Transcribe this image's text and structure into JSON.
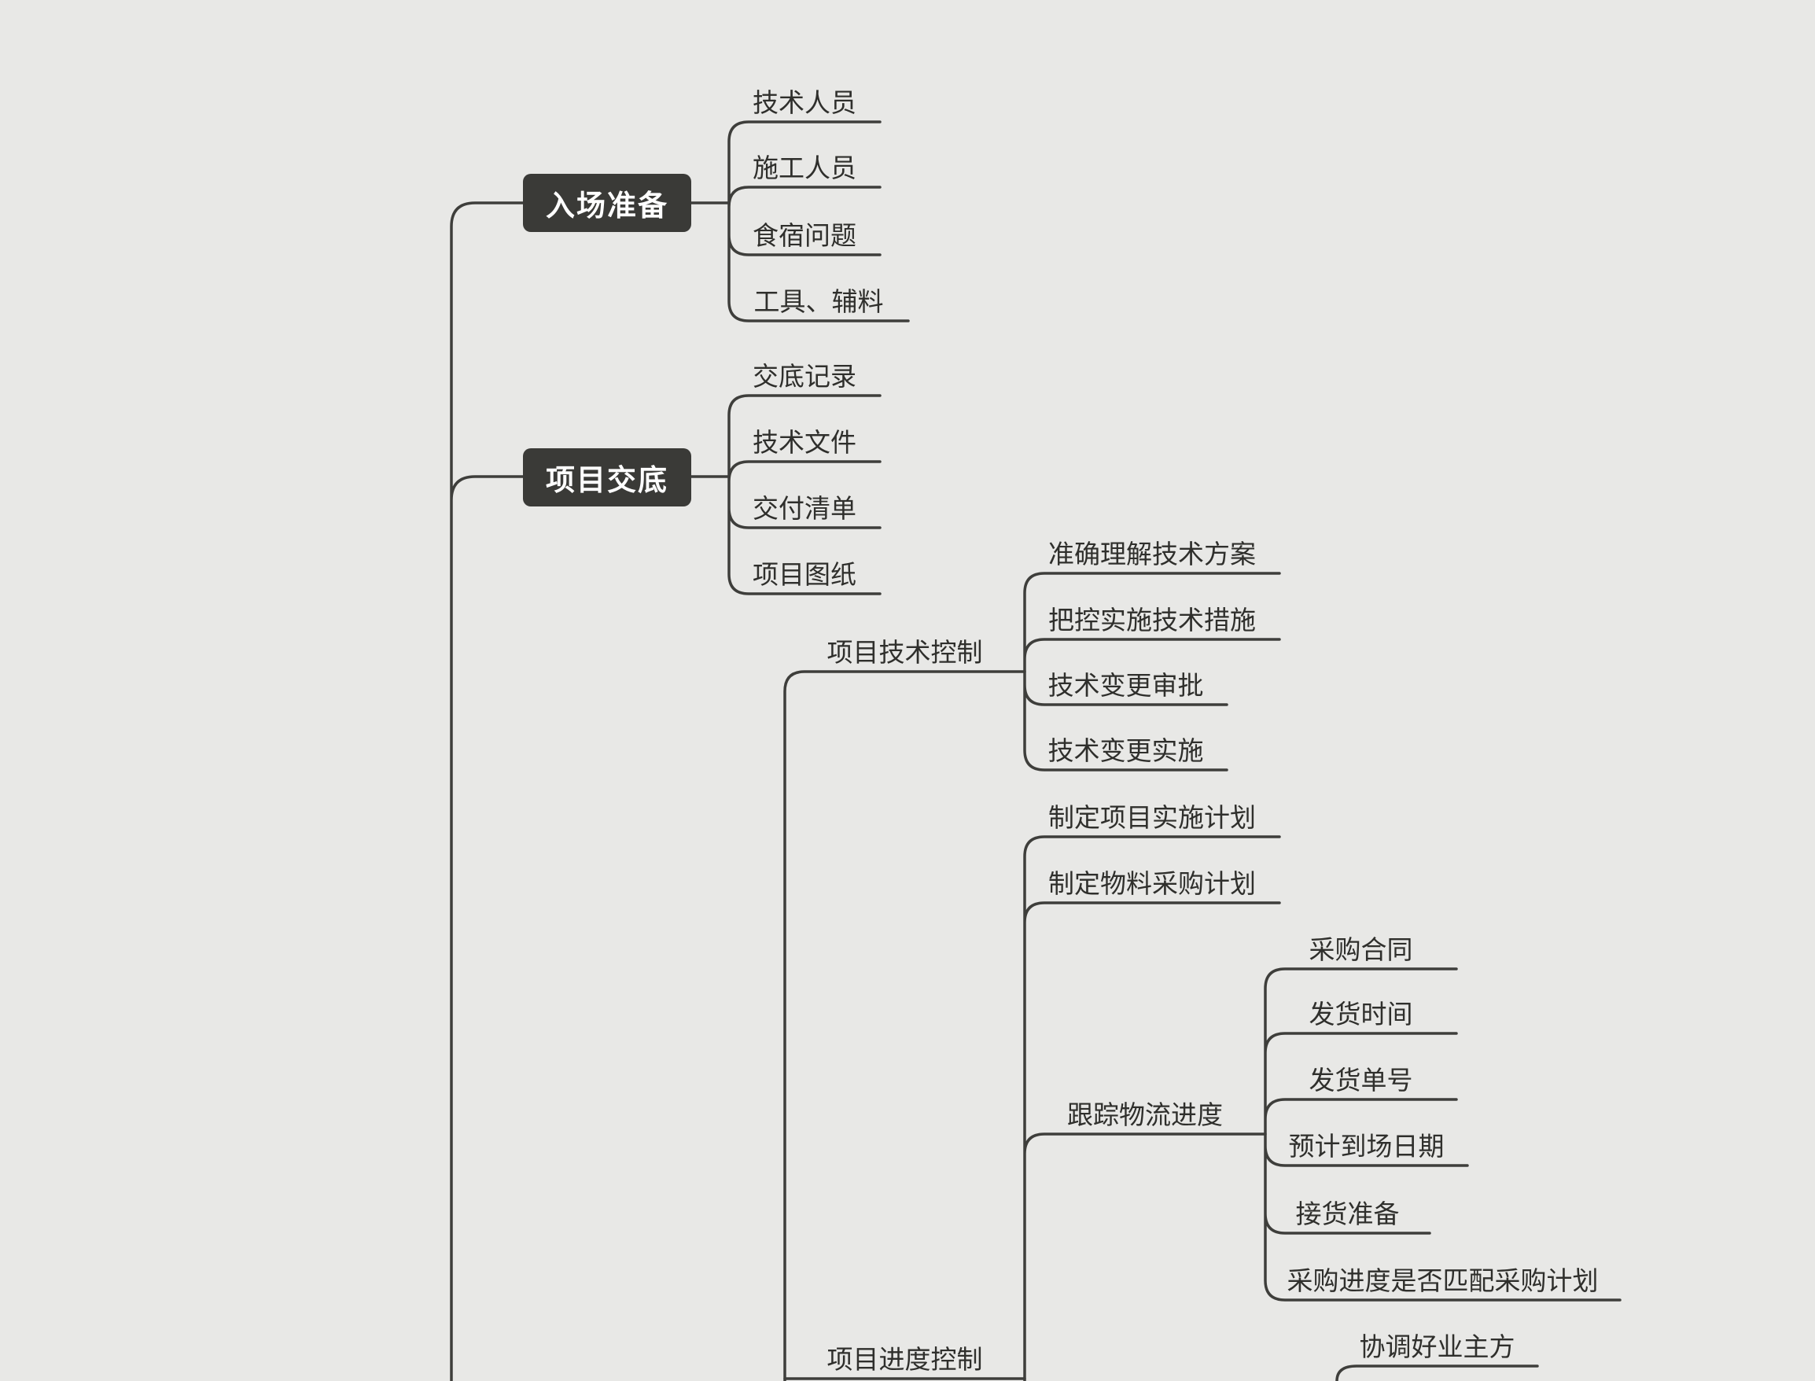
{
  "colors": {
    "bg": "#e8e8e6",
    "line": "#3e3e3b",
    "box-bg": "#3a3a37",
    "box-text": "#ffffff",
    "text": "#2f2f2c"
  },
  "mindmap": {
    "branches": [
      {
        "label": "入场准备",
        "style": "box",
        "children": [
          {
            "label": "技术人员"
          },
          {
            "label": "施工人员"
          },
          {
            "label": "食宿问题"
          },
          {
            "label": "工具、辅料"
          }
        ]
      },
      {
        "label": "项目交底",
        "style": "box",
        "children": [
          {
            "label": "交底记录"
          },
          {
            "label": "技术文件"
          },
          {
            "label": "交付清单"
          },
          {
            "label": "项目图纸"
          }
        ]
      },
      {
        "label": "项目技术控制",
        "style": "line",
        "children": [
          {
            "label": "准确理解技术方案"
          },
          {
            "label": "把控实施技术措施"
          },
          {
            "label": "技术变更审批"
          },
          {
            "label": "技术变更实施"
          }
        ]
      },
      {
        "label": "项目进度控制",
        "style": "line",
        "children": [
          {
            "label": "制定项目实施计划"
          },
          {
            "label": "制定物料采购计划"
          },
          {
            "label": "跟踪物流进度",
            "children": [
              {
                "label": "采购合同"
              },
              {
                "label": "发货时间"
              },
              {
                "label": "发货单号"
              },
              {
                "label": "预计到场日期"
              },
              {
                "label": "接货准备"
              },
              {
                "label": "采购进度是否匹配采购计划"
              }
            ]
          }
        ]
      },
      {
        "label": "协调好业主方",
        "style": "line"
      }
    ]
  }
}
